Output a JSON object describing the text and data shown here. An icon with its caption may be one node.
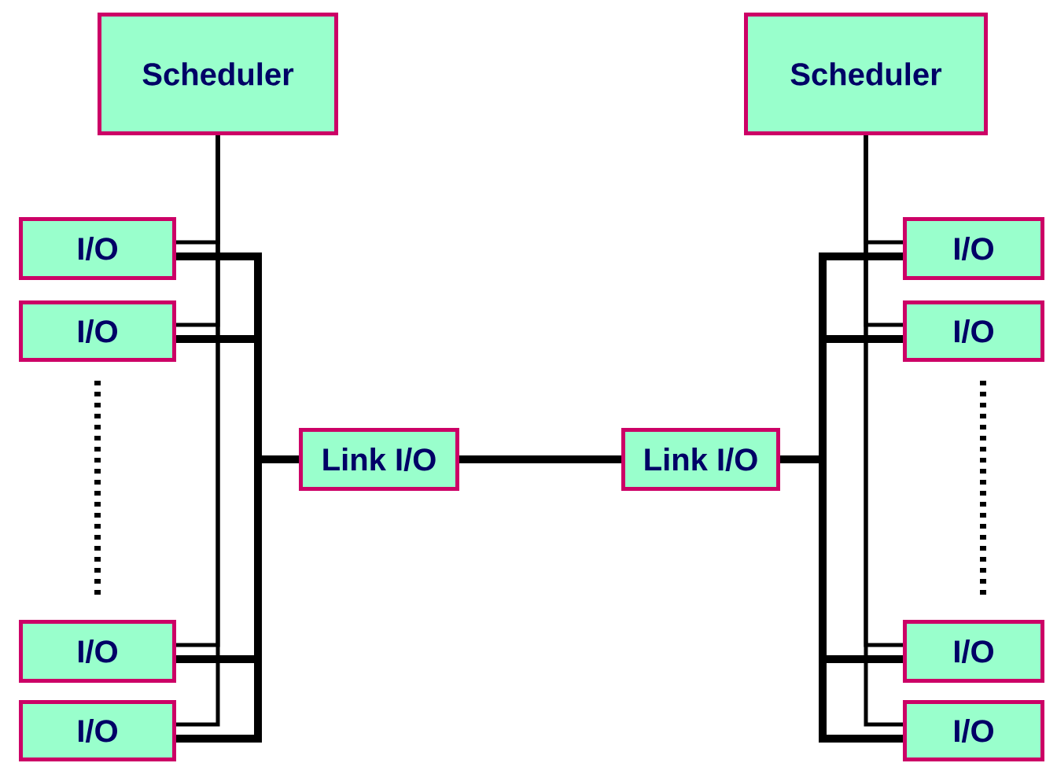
{
  "diagram": {
    "nodes": [
      {
        "text": [
          "Scheduler"
        ]
      },
      {
        "text": [
          "I/O"
        ]
      },
      {
        "text": [
          "I/O"
        ]
      },
      {
        "text": [
          "I/O"
        ]
      },
      {
        "text": [
          "I/O"
        ]
      },
      {
        "text": [
          "Link I/O"
        ]
      },
      {
        "text": [
          "Link I/O"
        ]
      },
      {
        "text": [
          "Scheduler"
        ]
      },
      {
        "text": [
          "I/O"
        ]
      },
      {
        "text": [
          "I/O"
        ]
      },
      {
        "text": [
          "I/O"
        ]
      },
      {
        "text": [
          "I/O"
        ]
      }
    ],
    "edges": [
      {
        "from": 0,
        "to": 1,
        "arrow": "none"
      },
      {
        "from": 0,
        "to": 2,
        "arrow": "none"
      },
      {
        "from": 0,
        "to": 3,
        "arrow": "none"
      },
      {
        "from": 0,
        "to": 4,
        "arrow": "none"
      },
      {
        "from": 5,
        "to": 1,
        "arrow": "none"
      },
      {
        "from": 5,
        "to": 2,
        "arrow": "none"
      },
      {
        "from": 5,
        "to": 3,
        "arrow": "none"
      },
      {
        "from": 5,
        "to": 4,
        "arrow": "none"
      },
      {
        "from": 5,
        "to": 6,
        "arrow": "none"
      },
      {
        "from": 7,
        "to": 8,
        "arrow": "none"
      },
      {
        "from": 7,
        "to": 9,
        "arrow": "none"
      },
      {
        "from": 7,
        "to": 10,
        "arrow": "none"
      },
      {
        "from": 7,
        "to": 11,
        "arrow": "none"
      },
      {
        "from": 6,
        "to": 8,
        "arrow": "none"
      },
      {
        "from": 6,
        "to": 9,
        "arrow": "none"
      },
      {
        "from": 6,
        "to": 10,
        "arrow": "none"
      },
      {
        "from": 6,
        "to": 11,
        "arrow": "none"
      }
    ]
  }
}
